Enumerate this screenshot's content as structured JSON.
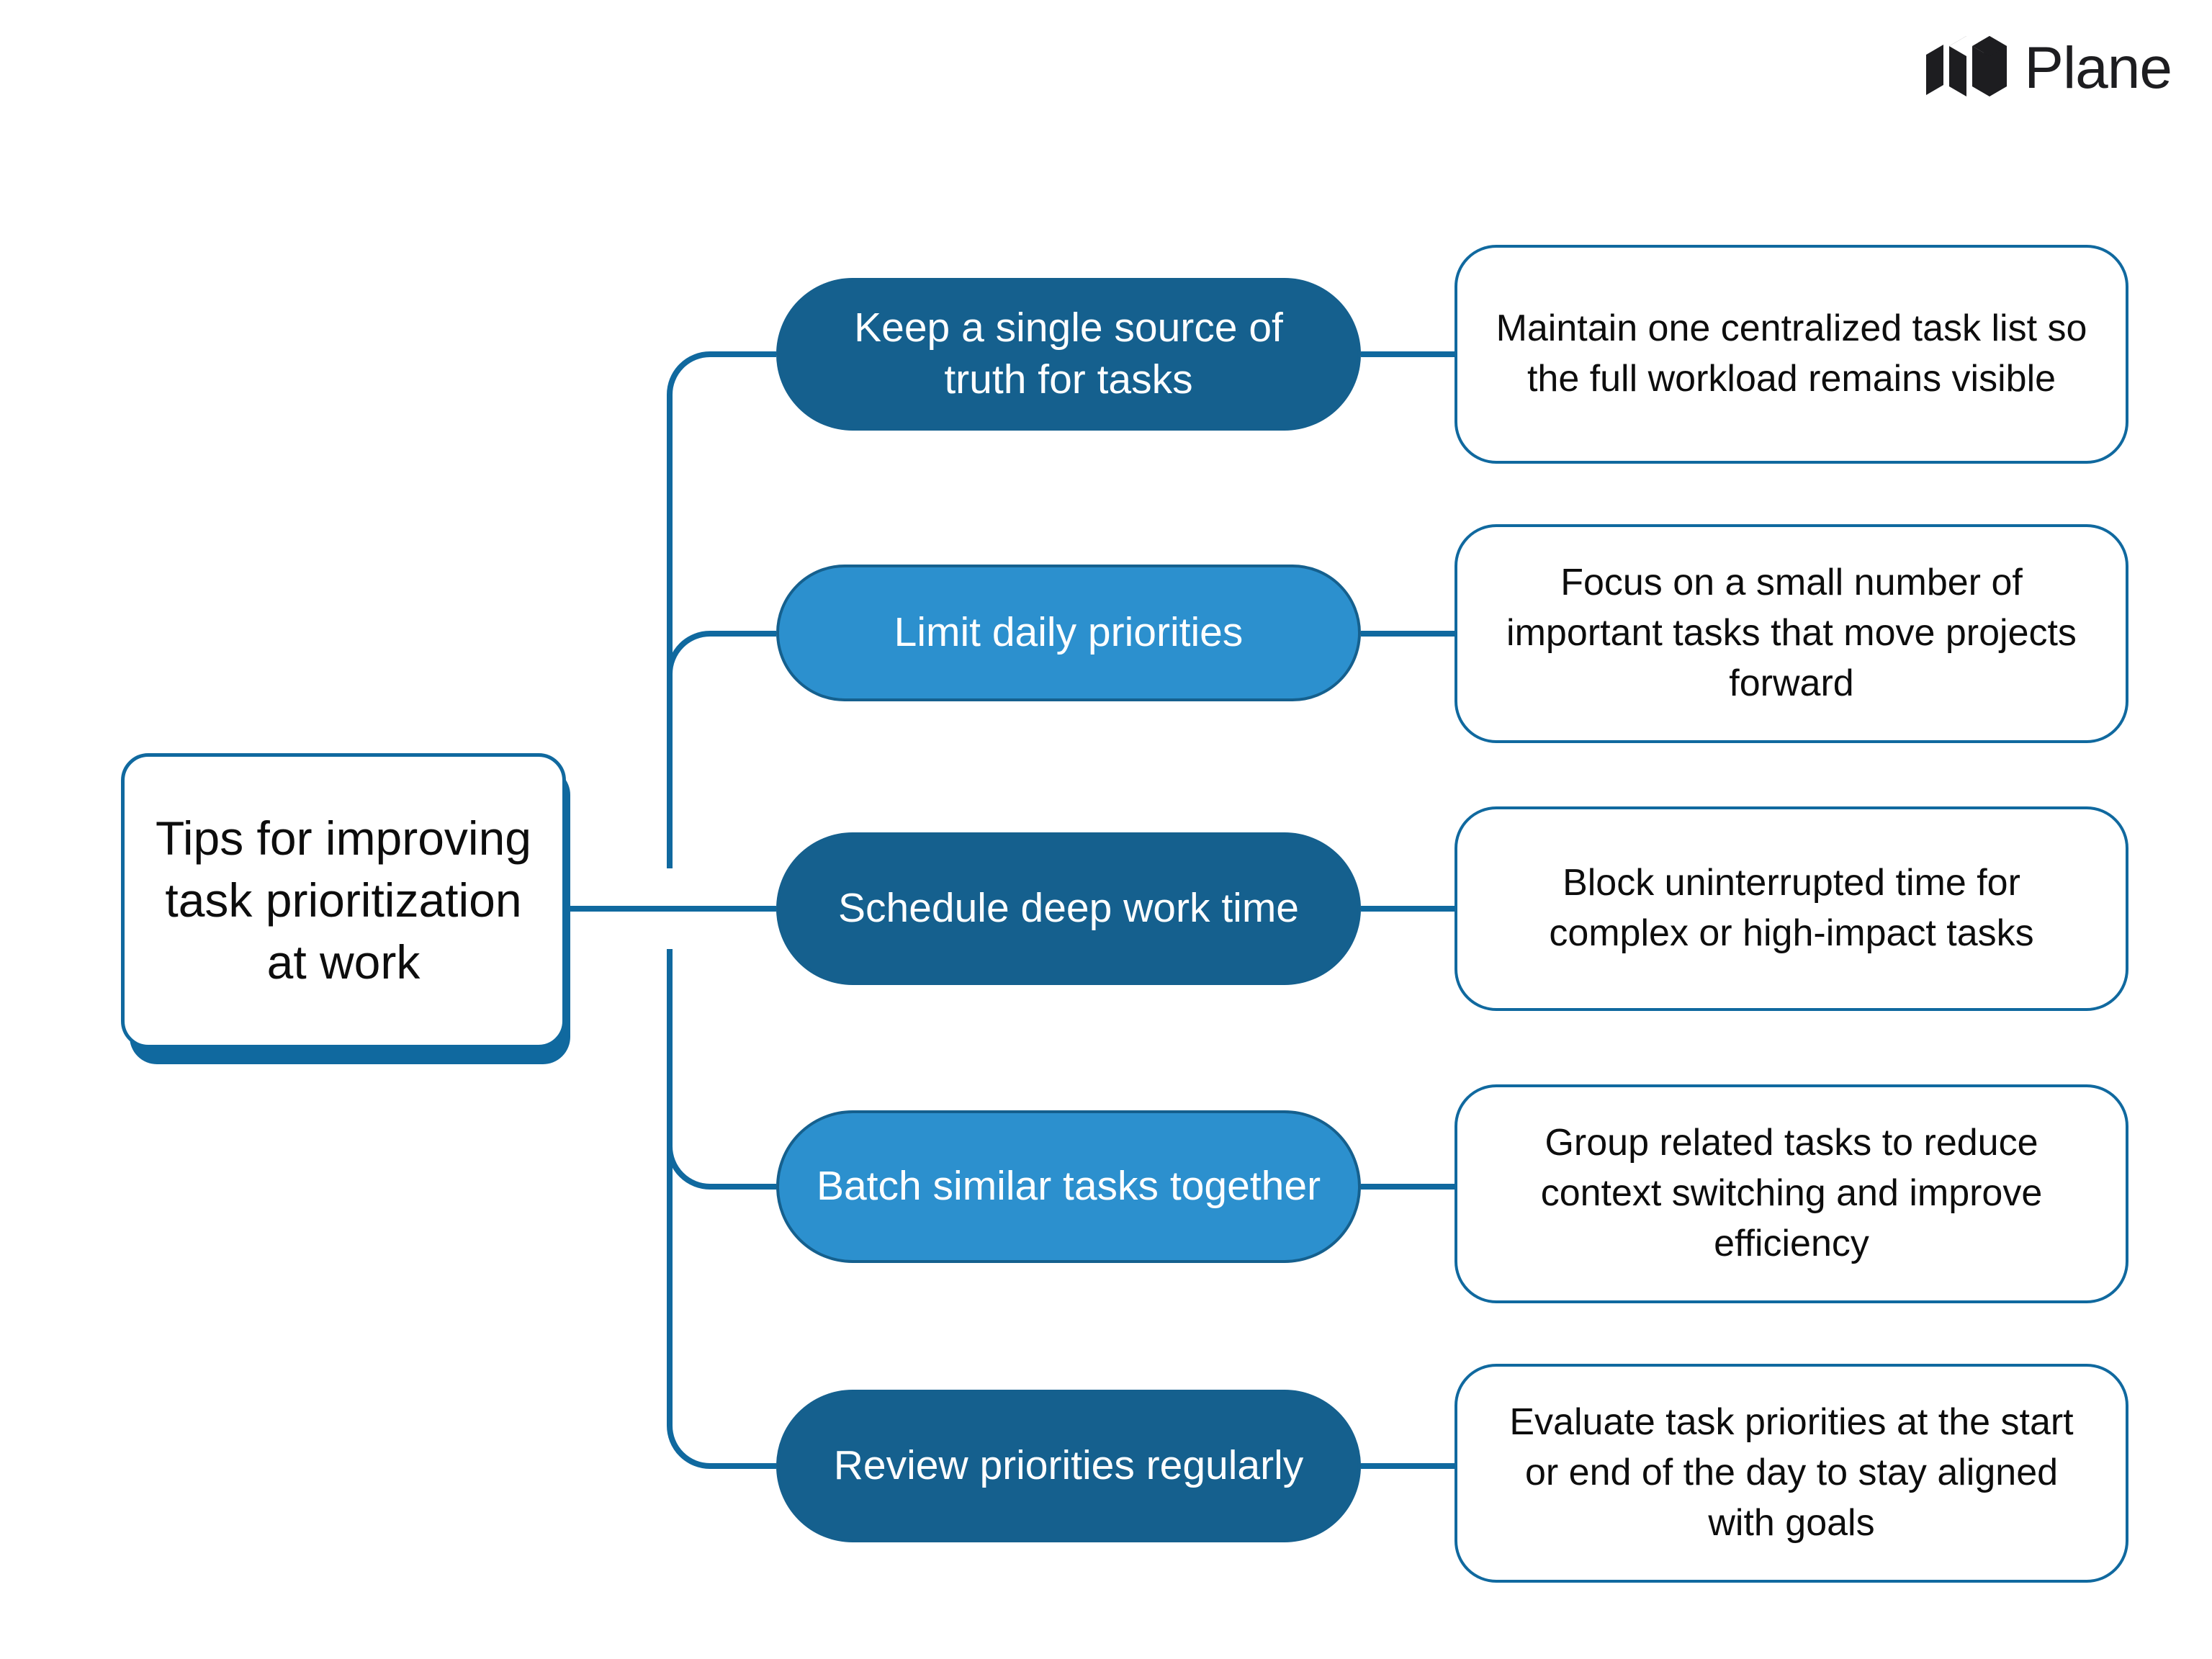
{
  "brand": {
    "name": "Plane",
    "logo_icon": "plane-logo-icon",
    "mark_color": "#1d1d20"
  },
  "colors": {
    "accent_dark": "#15608e",
    "accent_light": "#2c90ce",
    "outline": "#10699f",
    "text_dark": "#0d0d0d",
    "text_light": "#ffffff",
    "background": "#ffffff"
  },
  "diagram": {
    "type": "mind-map",
    "root": {
      "label": "Tips for improving task prioritization at work"
    },
    "branches": [
      {
        "id": "single-source-of-truth",
        "label": "Keep a single source of truth for tasks",
        "style": "dark",
        "description": "Maintain one centralized task list so the full workload remains visible"
      },
      {
        "id": "limit-daily-priorities",
        "label": "Limit daily priorities",
        "style": "light",
        "description": "Focus on a small number of important tasks that move projects forward"
      },
      {
        "id": "schedule-deep-work-time",
        "label": "Schedule deep work time",
        "style": "dark",
        "description": "Block uninterrupted time for complex or high-impact tasks"
      },
      {
        "id": "batch-similar-tasks",
        "label": "Batch similar tasks together",
        "style": "light",
        "description": "Group related tasks to reduce context switching and improve efficiency"
      },
      {
        "id": "review-priorities-regularly",
        "label": "Review priorities regularly",
        "style": "dark",
        "description": "Evaluate task priorities at the start or end of the day to stay aligned with goals"
      }
    ]
  }
}
